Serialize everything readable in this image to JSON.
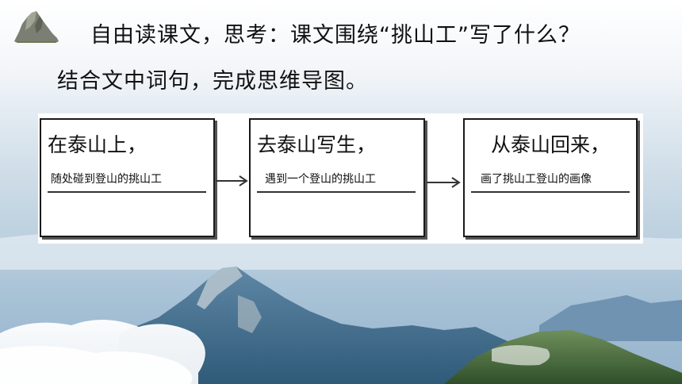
{
  "header": {
    "line1": "自由读课文，思考：课文围绕“挑山工”写了什么？",
    "line2": "结合文中词句，完成思维导图。"
  },
  "diagram": {
    "nodes": [
      {
        "title": "在泰山上，",
        "text": "随处碰到登山的挑山工"
      },
      {
        "title": "去泰山写生，",
        "text": "遇到一个登山的挑山工"
      },
      {
        "title": "从泰山回来，",
        "text": "画了挑山工登山的画像"
      }
    ]
  },
  "icons": {
    "logo": "mountain-rock-icon",
    "arrow": "arrow-right-icon"
  },
  "colors": {
    "text": "#111111",
    "box_border": "#1a1a1a"
  }
}
